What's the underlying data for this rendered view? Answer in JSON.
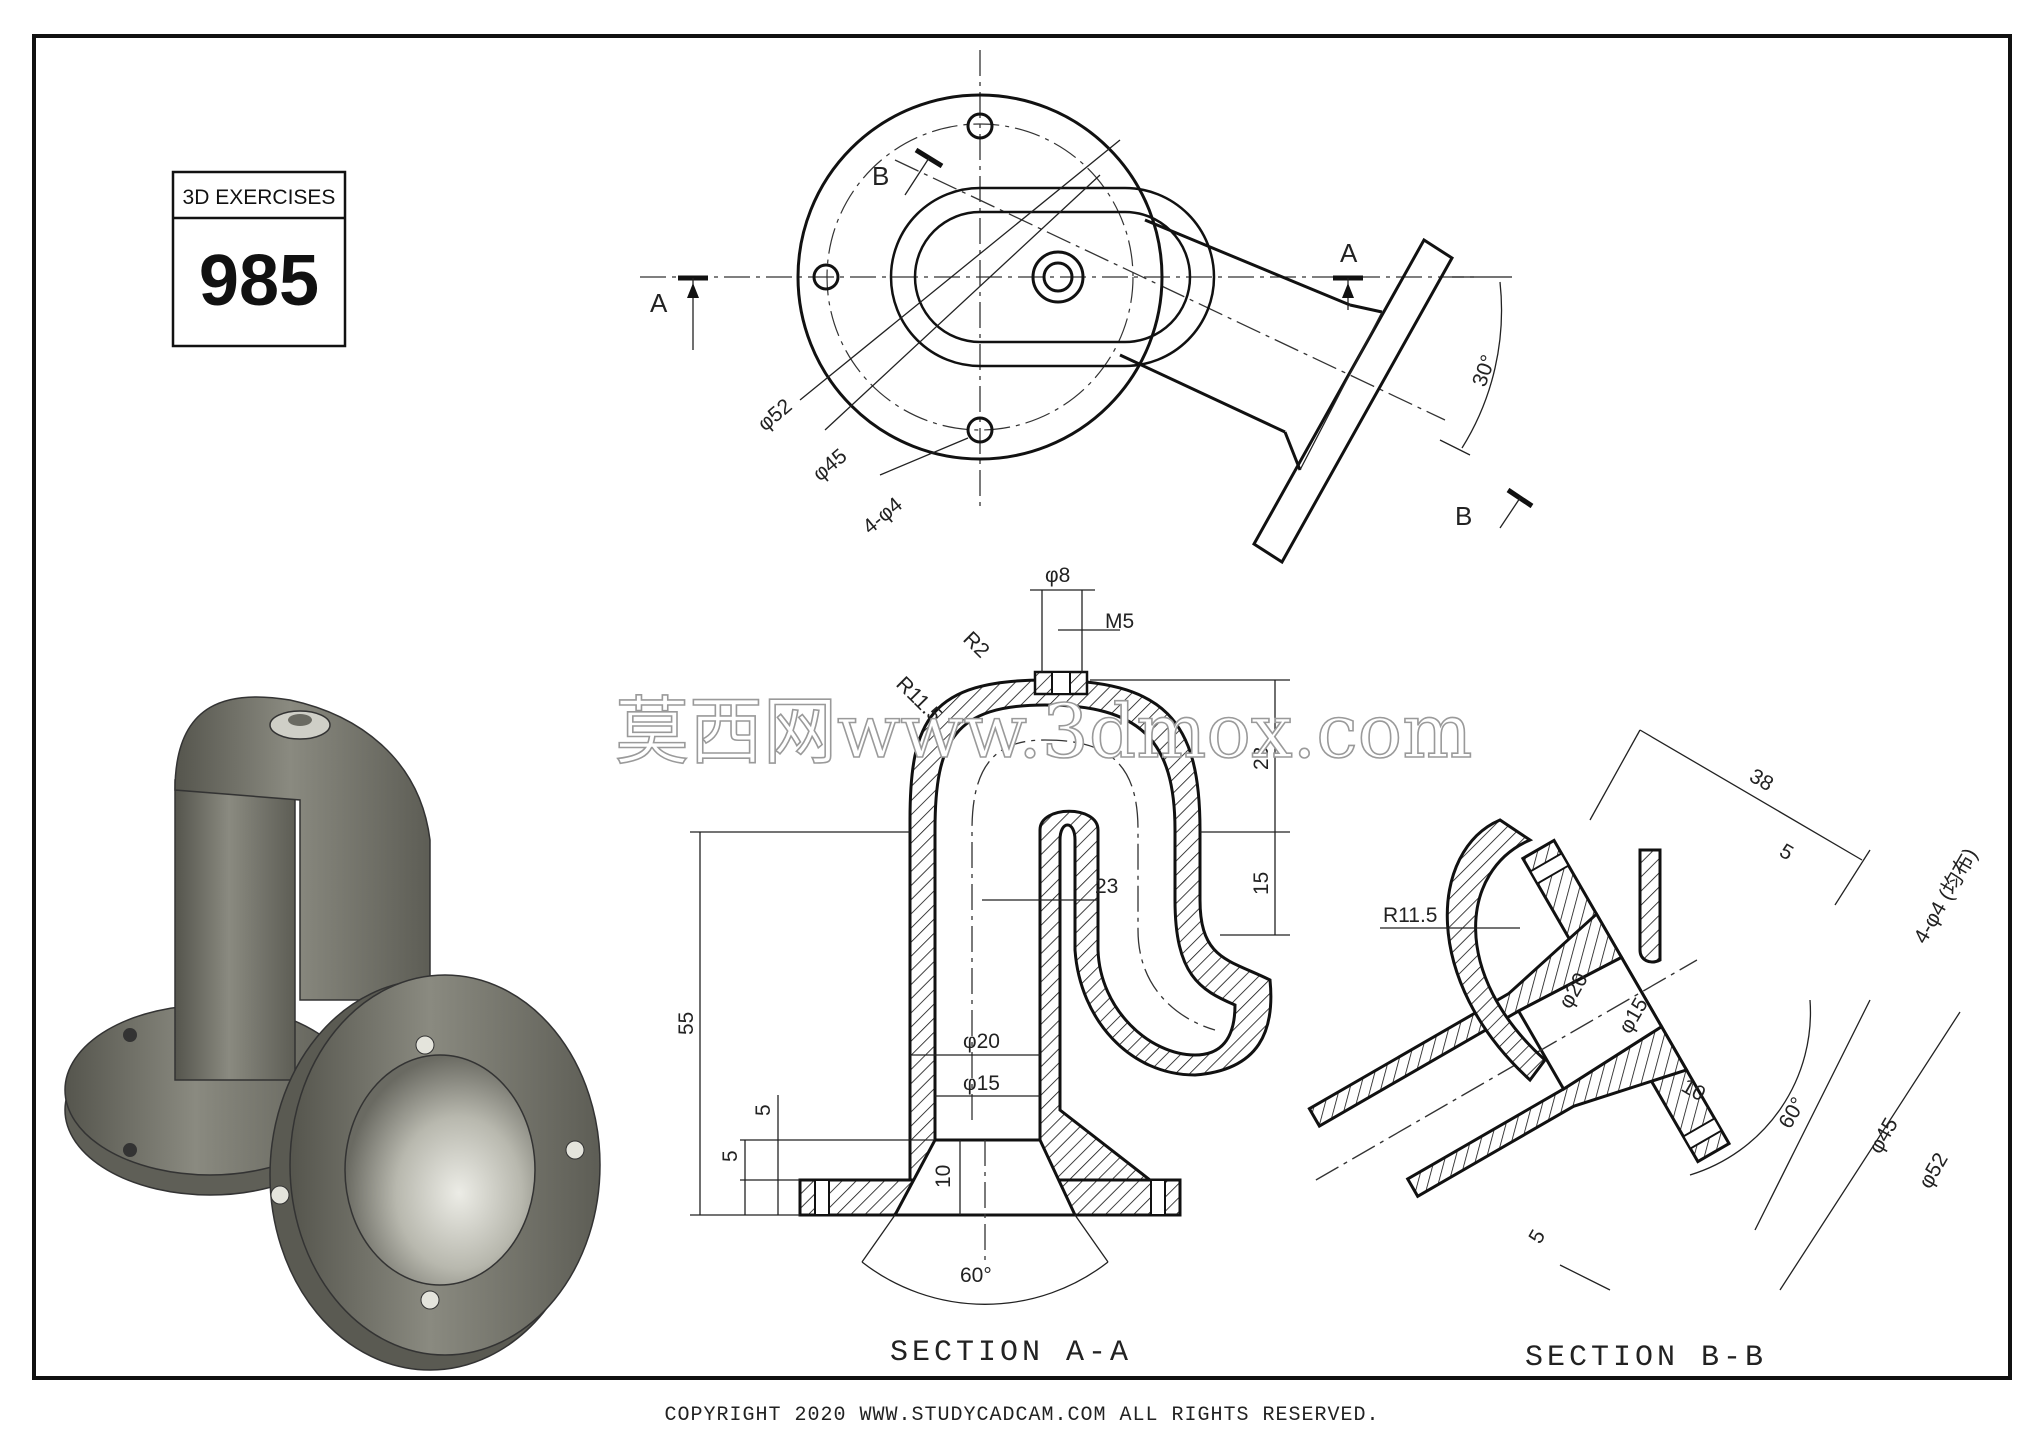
{
  "badge": {
    "title": "3D EXERCISES",
    "number": "985"
  },
  "views": {
    "top": {
      "labels": {
        "a_left": "A",
        "a_right": "A",
        "b_top": "B",
        "b_bottom": "B"
      },
      "dims": {
        "d52": "φ52",
        "d45": "φ45",
        "holes": "4-φ4",
        "angle": "30°"
      }
    },
    "section_aa": {
      "title": "SECTION A-A",
      "dims": {
        "d8": "φ8",
        "m5": "M5",
        "r2": "R2",
        "r115": "R11.5",
        "h23": "23",
        "h15": "15",
        "w23": "23",
        "h55": "55",
        "d20": "φ20",
        "d15": "φ15",
        "h5a": "5",
        "h5b": "5",
        "h10": "10",
        "a60": "60°"
      }
    },
    "section_bb": {
      "title": "SECTION B-B",
      "dims": {
        "l38": "38",
        "t5": "5",
        "holes": "4-φ4 (均布)",
        "r115": "R11.5",
        "d20": "φ20",
        "d15": "φ15",
        "h10": "10",
        "a60": "60°",
        "d45": "φ45",
        "d52": "φ52",
        "b5": "5"
      }
    }
  },
  "watermark": "莫西网www.3dmox.com",
  "footer": {
    "copyright": "COPYRIGHT  2020 WWW.STUDYCADCAM.COM ALL RIGHTS RESERVED."
  },
  "colors": {
    "line": "#111111",
    "paper": "#ffffff",
    "model": "#76766c"
  }
}
